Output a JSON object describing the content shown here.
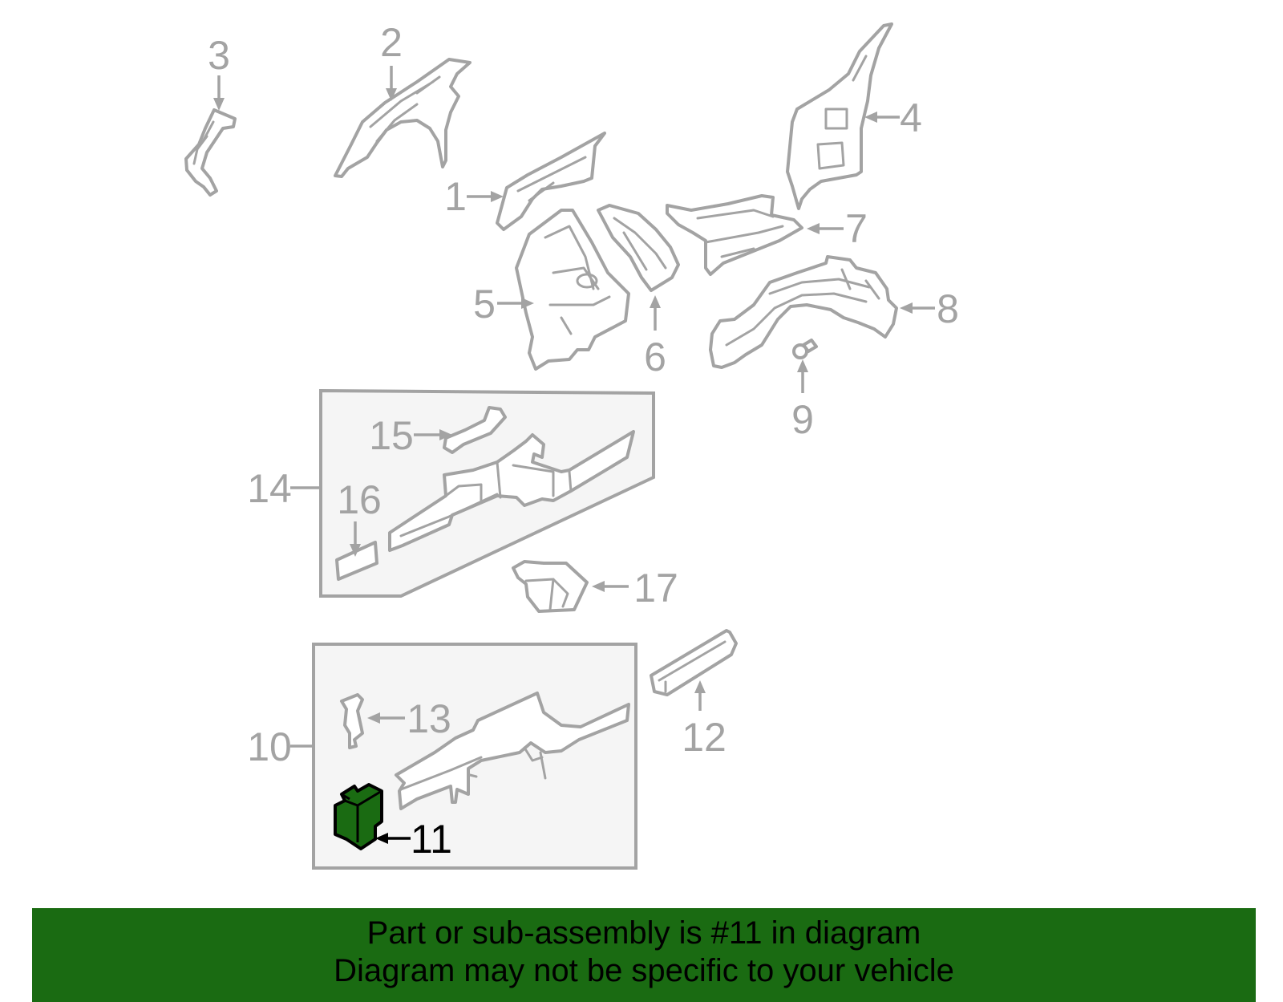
{
  "callouts": [
    {
      "id": "1",
      "label": "1"
    },
    {
      "id": "2",
      "label": "2"
    },
    {
      "id": "3",
      "label": "3"
    },
    {
      "id": "4",
      "label": "4"
    },
    {
      "id": "5",
      "label": "5"
    },
    {
      "id": "6",
      "label": "6"
    },
    {
      "id": "7",
      "label": "7"
    },
    {
      "id": "8",
      "label": "8"
    },
    {
      "id": "9",
      "label": "9"
    },
    {
      "id": "10",
      "label": "10"
    },
    {
      "id": "11",
      "label": "11"
    },
    {
      "id": "12",
      "label": "12"
    },
    {
      "id": "13",
      "label": "13"
    },
    {
      "id": "14",
      "label": "14"
    },
    {
      "id": "15",
      "label": "15"
    },
    {
      "id": "16",
      "label": "16"
    },
    {
      "id": "17",
      "label": "17"
    }
  ],
  "highlighted_part": "11",
  "colors": {
    "highlight": "#1a6b12",
    "line": "#a3a3a3",
    "group_box_fill": "#f5f5f5",
    "banner_background": "#1a6b12"
  },
  "banner": {
    "line1": "Part or sub-assembly is #11 in diagram",
    "line2": "Diagram may not be specific to your vehicle"
  }
}
